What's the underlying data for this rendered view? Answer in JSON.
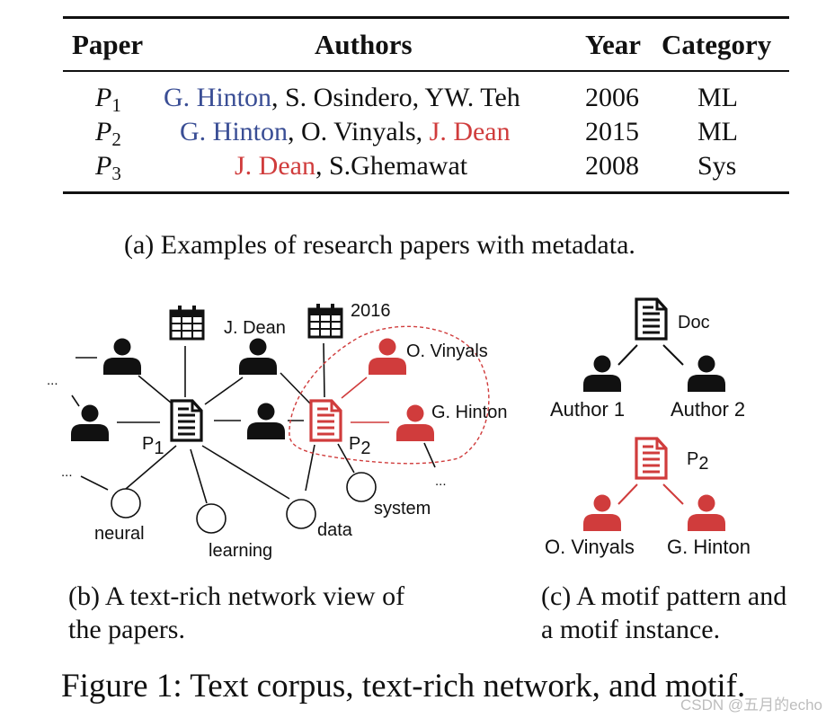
{
  "table": {
    "headers": {
      "paper": "Paper",
      "authors": "Authors",
      "year": "Year",
      "category": "Category"
    },
    "rows": [
      {
        "id_base": "P",
        "id_sub": "1",
        "authors": [
          {
            "text": "G. Hinton",
            "color": "#3a4e95"
          },
          {
            "text": ", S. Osindero, YW. Teh",
            "color": "#111111"
          }
        ],
        "year": "2006",
        "category": "ML"
      },
      {
        "id_base": "P",
        "id_sub": "2",
        "authors": [
          {
            "text": "G. Hinton",
            "color": "#3a4e95"
          },
          {
            "text": ", O. Vinyals, ",
            "color": "#111111"
          },
          {
            "text": "J. Dean",
            "color": "#d03c3c"
          }
        ],
        "year": "2015",
        "category": "ML"
      },
      {
        "id_base": "P",
        "id_sub": "3",
        "authors": [
          {
            "text": "J. Dean",
            "color": "#d03c3c"
          },
          {
            "text": ", S.Ghemawat",
            "color": "#111111"
          }
        ],
        "year": "2008",
        "category": "Sys"
      }
    ]
  },
  "caption_a": "(a) Examples of research papers with metadata.",
  "network": {
    "jdean": "J. Dean",
    "year_2016": "2016",
    "vinyals": "O. Vinyals",
    "hinton": "G. Hinton",
    "p1_base": "P",
    "p1_sub": "1",
    "p2_base": "P",
    "p2_sub": "2",
    "ellipsis": "...",
    "neural": "neural",
    "learning": "learning",
    "data": "data",
    "system": "system"
  },
  "caption_b_line1": "(b) A text-rich network view of",
  "caption_b_line2": "the papers.",
  "motif": {
    "doc": "Doc",
    "author1": "Author 1",
    "author2": "Author 2",
    "p2_base": "P",
    "p2_sub": "2",
    "vinyals": "O. Vinyals",
    "hinton": "G. Hinton"
  },
  "caption_c_line1": "(c) A motif pattern and",
  "caption_c_line2": "a motif instance.",
  "figure_caption": "Figure 1: Text corpus, text-rich network, and motif.",
  "watermark": "CSDN @五月的echo",
  "colors": {
    "ink": "#111111",
    "highlight": "#d03c3c",
    "author_blue": "#3a4e95"
  }
}
